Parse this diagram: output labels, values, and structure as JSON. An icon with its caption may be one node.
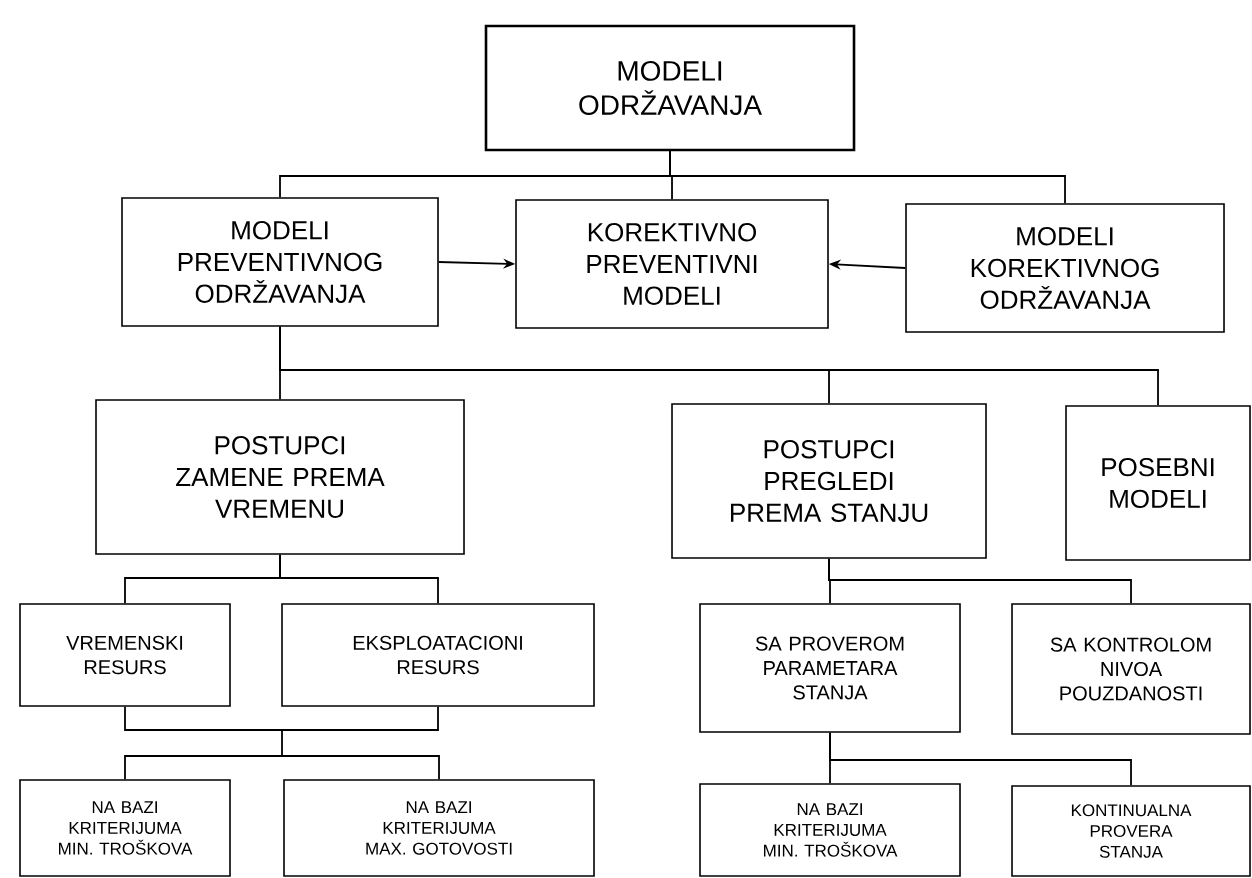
{
  "diagram": {
    "nodes": [
      {
        "text": [
          "MODELI ODRŽAVANJA"
        ]
      },
      {
        "text": [
          "MODELI PREVENTIVNOG ODRŽAVANJA"
        ]
      },
      {
        "text": [
          "KOREKTIVNO PREVENTIVNI MODELI"
        ]
      },
      {
        "text": [
          "MODELI KOREKTIVNOG ODRŽAVANJA"
        ]
      },
      {
        "text": [
          "POSTUPCI ZAMENE PREMA VREMENU"
        ]
      },
      {
        "text": [
          "POSTUPCI PREGLEDI PREMA STANJU"
        ]
      },
      {
        "text": [
          "POSEBNI MODELI"
        ]
      },
      {
        "text": [
          "VREMENSKI RESURS"
        ]
      },
      {
        "text": [
          "EKSPLOATACIONI RESURS"
        ]
      },
      {
        "text": [
          "SA PROVEROM PARAMETARA STANJA"
        ]
      },
      {
        "text": [
          "SA KONTROLOM NIVOA POUZDANOSTI"
        ]
      },
      {
        "text": [
          "NA BAZI KRITERIJUMA MIN. TROŠKOVA"
        ]
      },
      {
        "text": [
          "NA BAZI KRITERIJUMA MAX. GOTOVOSTI"
        ]
      },
      {
        "text": [
          "NA BAZI KRITERIJUMA MIN. TROŠKOVA"
        ]
      },
      {
        "text": [
          "KONTINUALNA PROVERA STANJA"
        ]
      }
    ],
    "edges": [
      {
        "from": 0,
        "to": 1,
        "arrow": "none"
      },
      {
        "from": 0,
        "to": 2,
        "arrow": "none"
      },
      {
        "from": 0,
        "to": 3,
        "arrow": "none"
      },
      {
        "from": 1,
        "to": 2,
        "arrow": "to"
      },
      {
        "from": 3,
        "to": 2,
        "arrow": "to"
      },
      {
        "from": 1,
        "to": 4,
        "arrow": "none"
      },
      {
        "from": 1,
        "to": 5,
        "arrow": "none"
      },
      {
        "from": 1,
        "to": 6,
        "arrow": "none"
      },
      {
        "from": 4,
        "to": 7,
        "arrow": "none"
      },
      {
        "from": 4,
        "to": 8,
        "arrow": "none"
      },
      {
        "from": 7,
        "to": 11,
        "arrow": "none"
      },
      {
        "from": 7,
        "to": 12,
        "arrow": "none"
      },
      {
        "from": 8,
        "to": 11,
        "arrow": "none"
      },
      {
        "from": 8,
        "to": 12,
        "arrow": "none"
      },
      {
        "from": 5,
        "to": 9,
        "arrow": "none"
      },
      {
        "from": 5,
        "to": 10,
        "arrow": "none"
      },
      {
        "from": 9,
        "to": 13,
        "arrow": "none"
      },
      {
        "from": 9,
        "to": 14,
        "arrow": "none"
      }
    ]
  }
}
